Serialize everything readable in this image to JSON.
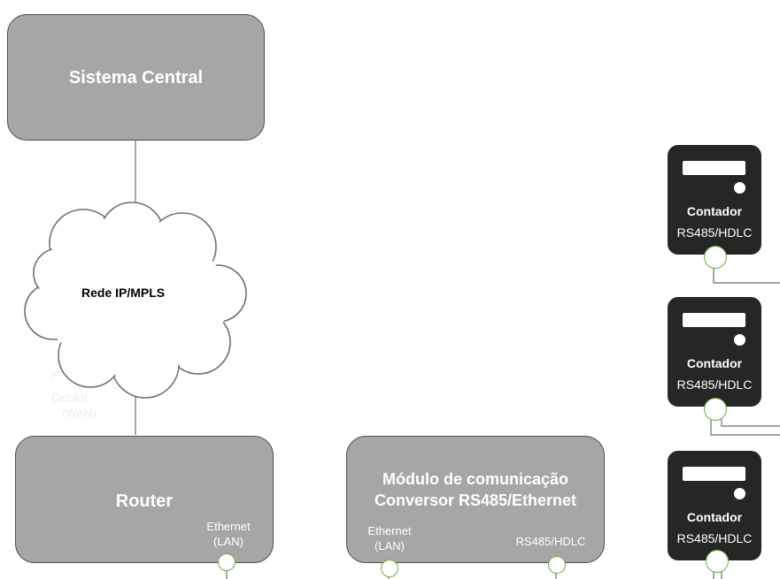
{
  "central": {
    "title": "Sistema Central"
  },
  "network": {
    "label": "Rede IP/MPLS",
    "wan_lines": [
      "IP",
      "Celular",
      "(WAN)"
    ]
  },
  "router": {
    "title": "Router",
    "port_line1": "Ethernet",
    "port_line2": "(LAN)"
  },
  "module": {
    "title_line1": "Módulo de comunicação",
    "title_line2": "Conversor RS485/Ethernet",
    "eth_line1": "Ethernet",
    "eth_line2": "(LAN)",
    "rs485_label": "RS485/HDLC"
  },
  "meters": [
    {
      "name": "Contador",
      "iface": "RS485/HDLC"
    },
    {
      "name": "Contador",
      "iface": "RS485/HDLC"
    },
    {
      "name": "Contador",
      "iface": "RS485/HDLC"
    }
  ],
  "colors": {
    "box_fill": "#a6a6a6",
    "box_border": "#505050",
    "meter_fill": "#262626",
    "port_ring": "#70ad47"
  }
}
